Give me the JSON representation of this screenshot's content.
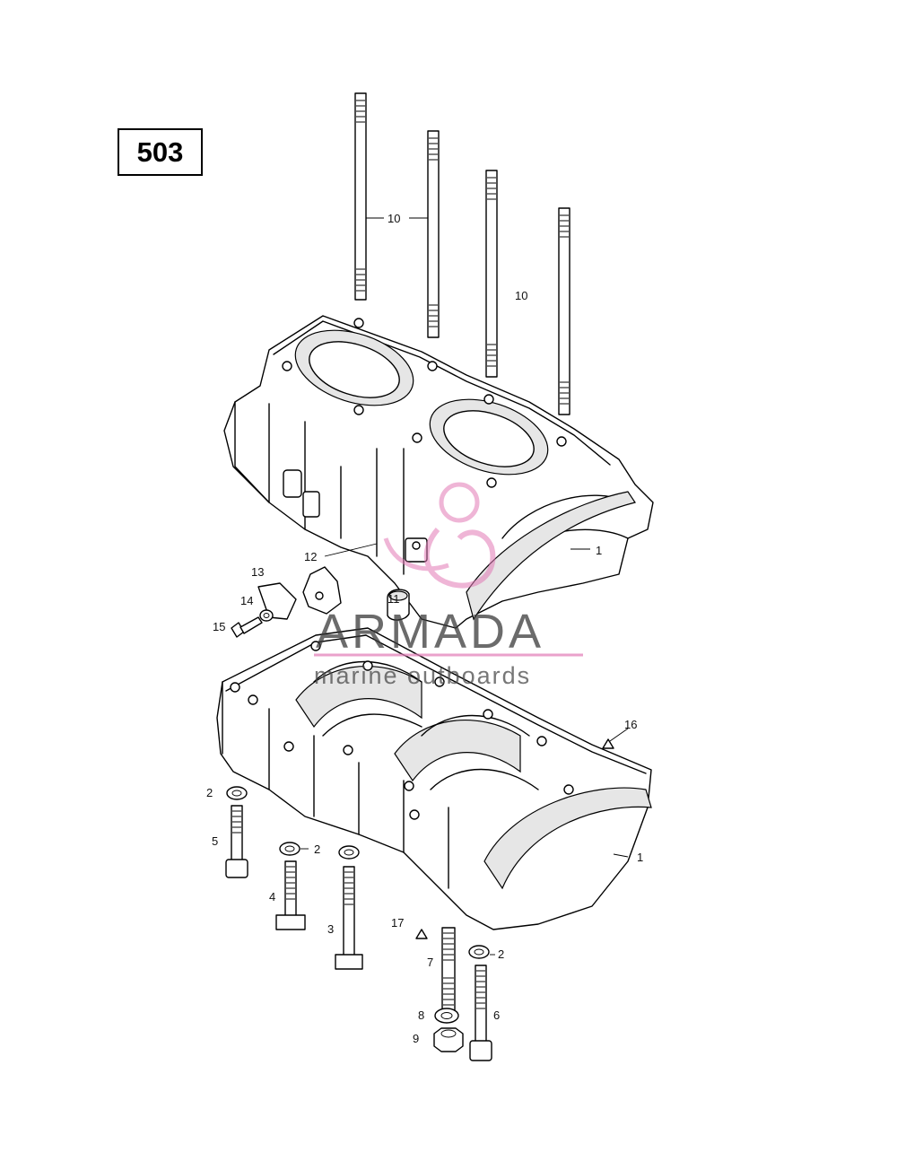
{
  "page_number": "503",
  "watermark": {
    "title": "ARMADA",
    "subtitle": "marine outboards",
    "accent_color": "#e27ab6"
  },
  "callouts": {
    "c1_top": "1",
    "c1_bottom": "1",
    "c2_a": "2",
    "c2_b": "2",
    "c2_c": "2",
    "c3": "3",
    "c4": "4",
    "c5": "5",
    "c6": "6",
    "c7": "7",
    "c8": "8",
    "c9": "9",
    "c10_a": "10",
    "c10_b": "10",
    "c11": "11",
    "c12": "12",
    "c13": "13",
    "c14": "14",
    "c15": "15",
    "c16": "16",
    "c17": "17"
  }
}
